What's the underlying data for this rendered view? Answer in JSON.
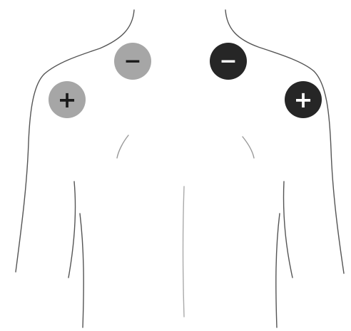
{
  "electrodes": [
    {
      "id": "left-upper",
      "symbol": "−",
      "fill": "#a6a6a6",
      "text_color": "#1a1a1a"
    },
    {
      "id": "left-lower",
      "symbol": "+",
      "fill": "#a6a6a6",
      "text_color": "#1a1a1a"
    },
    {
      "id": "right-upper",
      "symbol": "−",
      "fill": "#262626",
      "text_color": "#ffffff"
    },
    {
      "id": "right-lower",
      "symbol": "+",
      "fill": "#262626",
      "text_color": "#ffffff"
    }
  ],
  "colors": {
    "outline": "#555555",
    "background": "#ffffff"
  }
}
